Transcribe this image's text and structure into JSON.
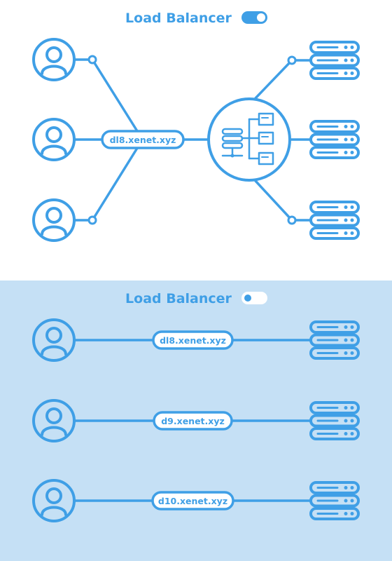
{
  "colors": {
    "accent": "#3f9fe6",
    "background_top": "#ffffff",
    "background_bottom": "#c5e0f5"
  },
  "top_panel": {
    "title": "Load Balancer",
    "toggle_state": "on",
    "domain_label": "dl8.xenet.xyz",
    "clients": [
      {
        "icon": "user-icon"
      },
      {
        "icon": "user-icon"
      },
      {
        "icon": "user-icon"
      }
    ],
    "balancer_icon": "load-balancer-icon",
    "servers": [
      {
        "icon": "server-rack-icon"
      },
      {
        "icon": "server-rack-icon"
      },
      {
        "icon": "server-rack-icon"
      }
    ]
  },
  "bottom_panel": {
    "title": "Load Balancer",
    "toggle_state": "off",
    "rows": [
      {
        "client_icon": "user-icon",
        "domain_label": "dl8.xenet.xyz",
        "server_icon": "server-rack-icon"
      },
      {
        "client_icon": "user-icon",
        "domain_label": "d9.xenet.xyz",
        "server_icon": "server-rack-icon"
      },
      {
        "client_icon": "user-icon",
        "domain_label": "d10.xenet.xyz",
        "server_icon": "server-rack-icon"
      }
    ]
  }
}
